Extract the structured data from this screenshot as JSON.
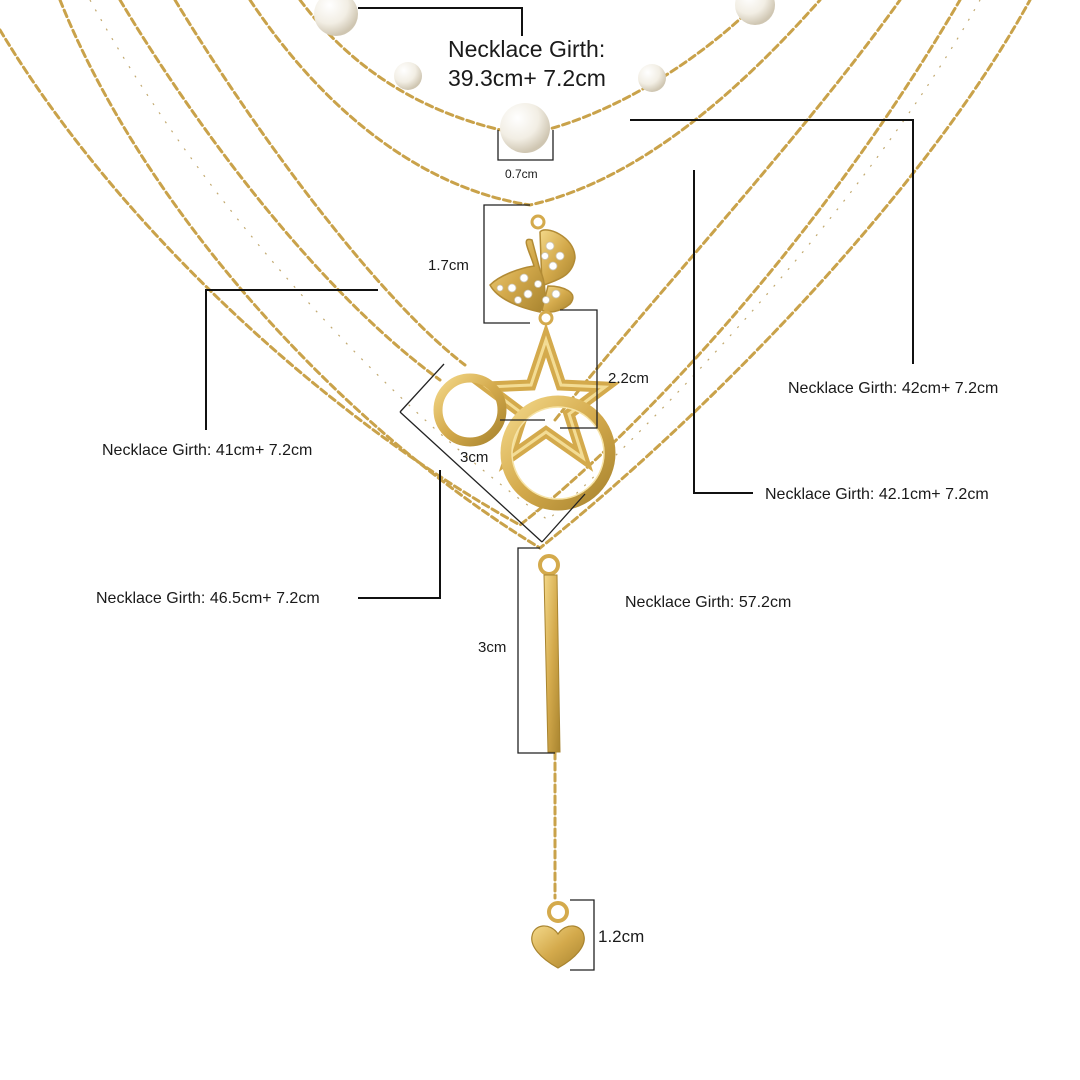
{
  "colors": {
    "gold": "#d4aa4c",
    "gold_dark": "#a88532",
    "pearl": "#f4f1ea",
    "text": "#1a1a1a",
    "leader": "#111111"
  },
  "labels": {
    "girth_top_title": "Necklace Girth:",
    "girth_top_value": "39.3cm+ 7.2cm",
    "pearl_size": "0.7cm",
    "butterfly_size": "1.7cm",
    "star_size": "2.2cm",
    "circle_size": "3cm",
    "girth_42": "Necklace Girth: 42cm+ 7.2cm",
    "girth_41": "Necklace Girth: 41cm+ 7.2cm",
    "girth_42_1": "Necklace Girth: 42.1cm+ 7.2cm",
    "girth_46_5": "Necklace Girth: 46.5cm+ 7.2cm",
    "girth_57_2": "Necklace Girth: 57.2cm",
    "bar_size": "3cm",
    "heart_size": "1.2cm"
  },
  "icons": [
    "pearl-icon",
    "butterfly-pendant-icon",
    "star-pendant-icon",
    "ring-pendant-icon",
    "bar-pendant-icon",
    "heart-pendant-icon"
  ]
}
